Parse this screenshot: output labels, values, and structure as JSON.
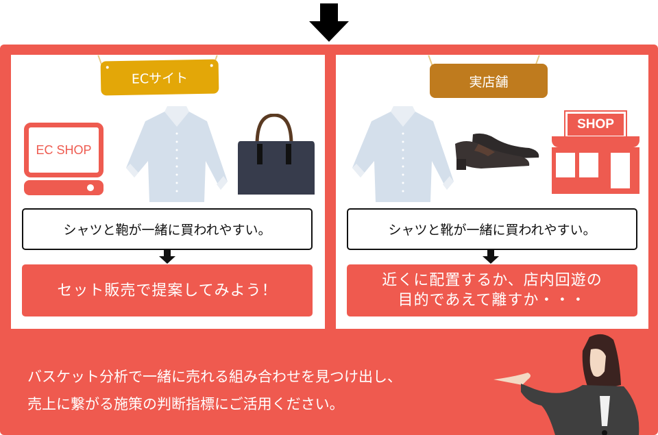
{
  "colors": {
    "frame": "#ef5a4f",
    "ec_sign": "#e3a708",
    "store_sign": "#bf7b1e",
    "statement_border": "#111111",
    "text_white": "#ffffff"
  },
  "left_panel": {
    "sign_label": "ECサイト",
    "illustrations": [
      "ec-shop-monitor",
      "dress-shirt",
      "business-bag"
    ],
    "monitor_text": "EC SHOP",
    "statement": "シャツと鞄が一緒に買われやすい。",
    "action": "セット販売で提案してみよう！"
  },
  "right_panel": {
    "sign_label": "実店舗",
    "illustrations": [
      "dress-shirt",
      "leather-shoes",
      "shop-storefront"
    ],
    "storefront_text": "SHOP",
    "statement": "シャツと靴が一緒に買われやすい。",
    "action_lines": [
      "近くに配置するか、店内回遊の",
      "目的であえて離すか・・・"
    ]
  },
  "footer": {
    "lines": [
      "バスケット分析で一緒に売れる組み合わせを見つけ出し、",
      "売上に繋がる施策の判断指標にご活用ください。"
    ],
    "presenter": "businesswoman-presenting"
  }
}
